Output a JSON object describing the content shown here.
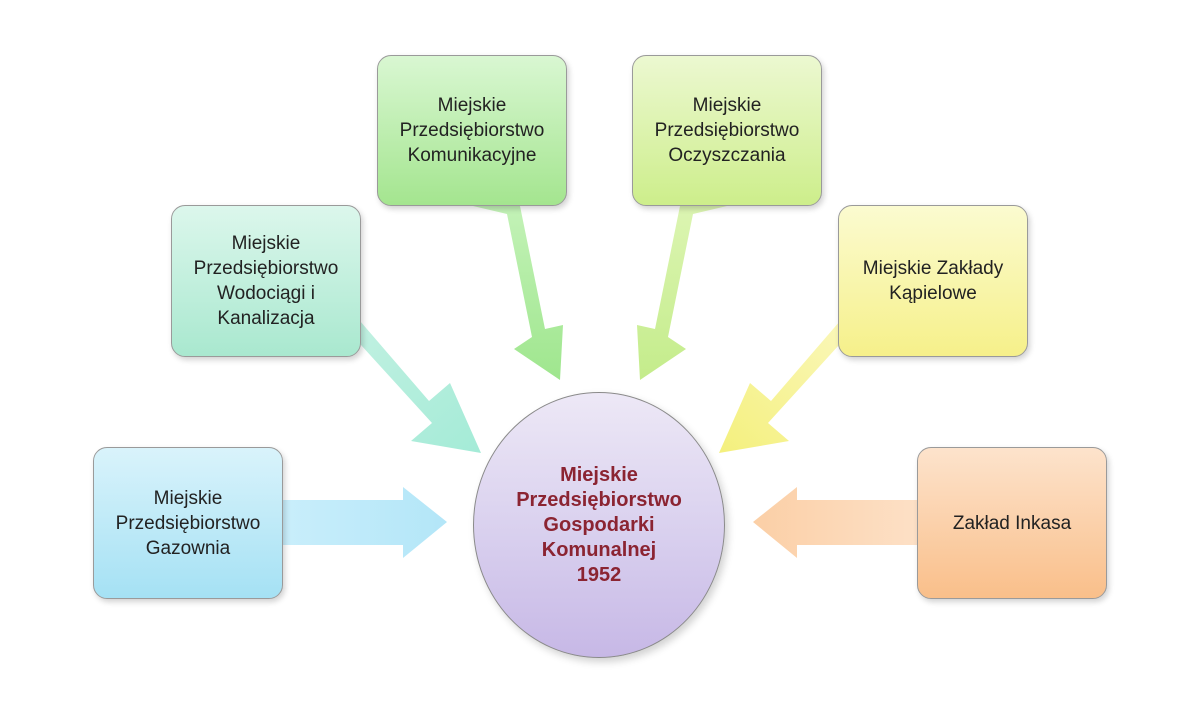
{
  "hub": {
    "label": "Miejskie\nPrzedsiębiorstwo\nGospodarki\nKomunalnej\n1952",
    "text_color": "#8b2432"
  },
  "units": [
    {
      "id": "gazownia",
      "label": "Miejskie\nPrzedsiębiorstwo\nGazownia",
      "color": "#bfeaf8"
    },
    {
      "id": "wodociagi",
      "label": "Miejskie\nPrzedsiębiorstwo\nWodociągi i\nKanalizacja",
      "color": "#c3efde"
    },
    {
      "id": "komunikacyjne",
      "label": "Miejskie\nPrzedsiębiorstwo\nKomunikacyjne",
      "color": "#bdefb1"
    },
    {
      "id": "oczyszczania",
      "label": "Miejskie\nPrzedsiębiorstwo\nOczyszczania",
      "color": "#dcf3ad"
    },
    {
      "id": "kapielowe",
      "label": "Miejskie Zakłady\nKąpielowe",
      "color": "#f8f6ae"
    },
    {
      "id": "inkasa",
      "label": "Zakład Inkasa",
      "color": "#fbd1ab"
    }
  ]
}
